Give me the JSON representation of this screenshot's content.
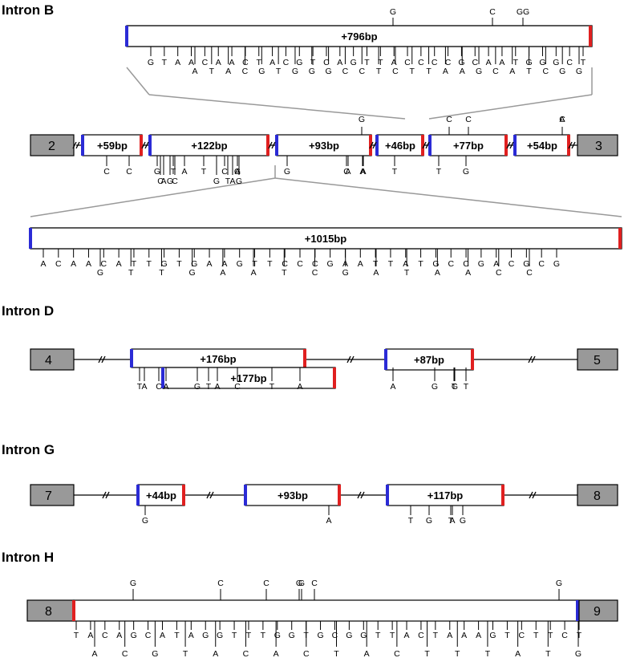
{
  "sections": {
    "intron_b": {
      "title": "Intron B",
      "exon_left": "2",
      "exon_right": "3",
      "inserts": [
        "+59bp",
        "+122bp",
        "+93bp",
        "+46bp",
        "+77bp",
        "+54bp"
      ],
      "zoom_top": "+796bp",
      "zoom_bottom": "+1015bp"
    },
    "intron_d": {
      "title": "Intron D",
      "exon_left": "4",
      "exon_right": "5",
      "inserts": [
        "+176bp",
        "+177bp",
        "+87bp"
      ]
    },
    "intron_g": {
      "title": "Intron G",
      "exon_left": "7",
      "exon_right": "8",
      "inserts": [
        "+44bp",
        "+93bp",
        "+117bp"
      ]
    },
    "intron_h": {
      "title": "Intron H",
      "exon_left": "8",
      "exon_right": "9"
    }
  },
  "variant_letters": {
    "b796_above": "G C GG",
    "b796_below_row1": "G T A A C A A C T A C G T C A G T T A C C C C G C A A T G G G C T",
    "b796_below_deep": "A T A C G T G G G C C T C T T A A G C A T C G G",
    "b_main_above": "G C C A C",
    "b_main_below": "C C G T A T C G G A A T T G C A A",
    "b_main_below_deep": "C G A C G T A G",
    "b1015_below": "A C A A C A T T G T G A A G T T C C C G A A T T A T G C C G A C G C G",
    "b1015_below_deep": "G T T G A A T C G A T A A C C",
    "d_below": "T A C A G T A C T A A G T T G",
    "g_below": "G A T G T G A",
    "h_above": "G C C G G C G",
    "h_below": "T A C A G C A T A G G T T T G G T G C G G T T A C T A A A G T C T T C T",
    "h_below_deep": "A C G T A C A C T A C T T T A T G"
  }
}
